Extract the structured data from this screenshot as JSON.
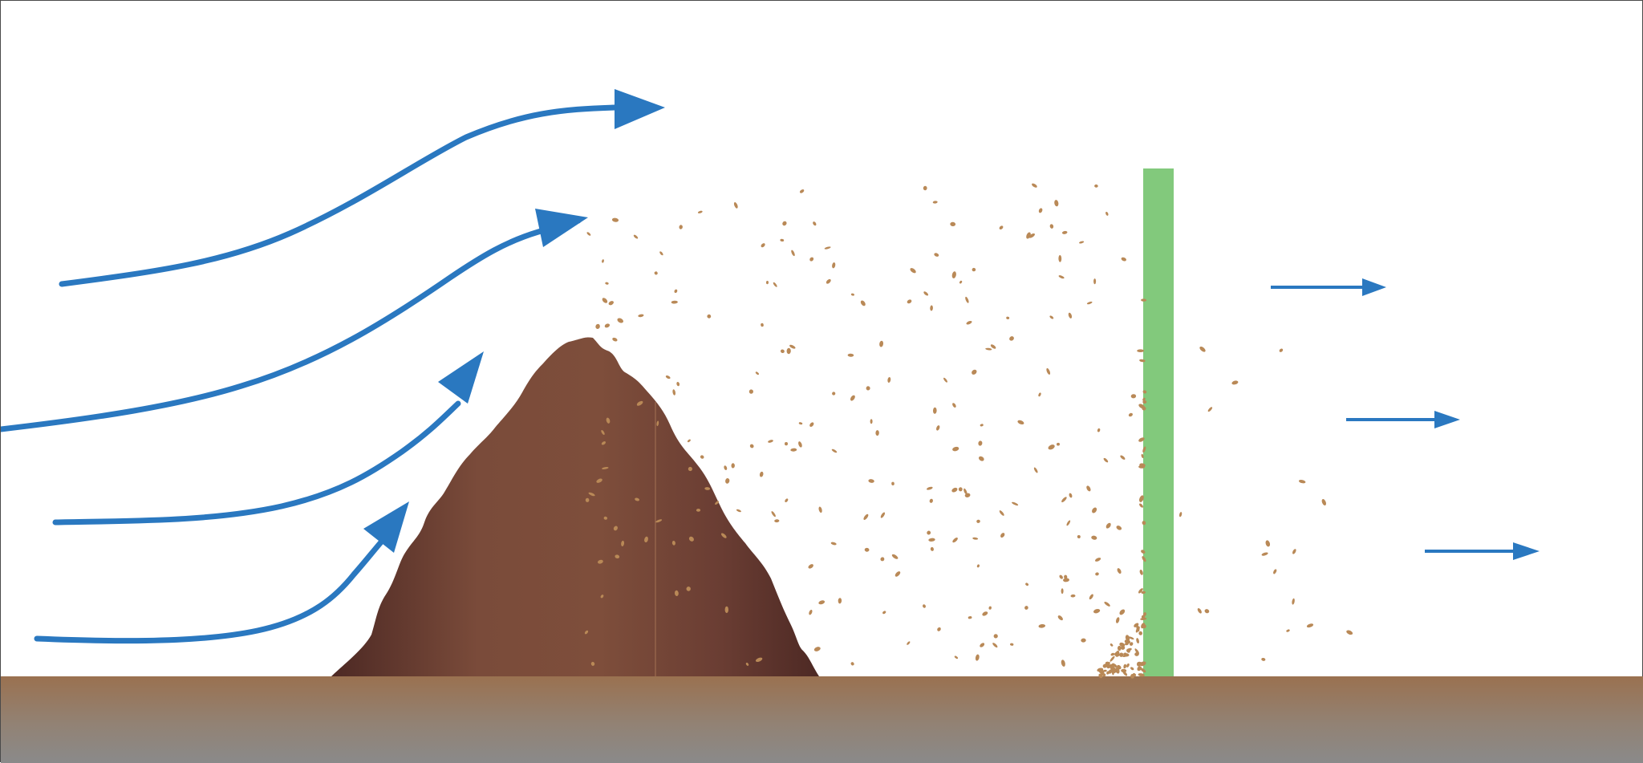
{
  "colors": {
    "background": "#ffffff",
    "wind_arrow": "#2a78c0",
    "pile_light": "#7e4e3b",
    "pile_dark": "#4d2924",
    "particle": "#b98957",
    "fence": "#82c97c",
    "ground_top": "#9a7150",
    "ground_bottom": "#8a8a8a",
    "frame": "#4a4a4a"
  },
  "icons": {
    "incoming_wind": "curved-arrow",
    "outgoing_wind": "straight-arrow",
    "sand_pile": "mound",
    "wind_fence": "vertical-bar",
    "sand_particles": "scattered-grains"
  }
}
